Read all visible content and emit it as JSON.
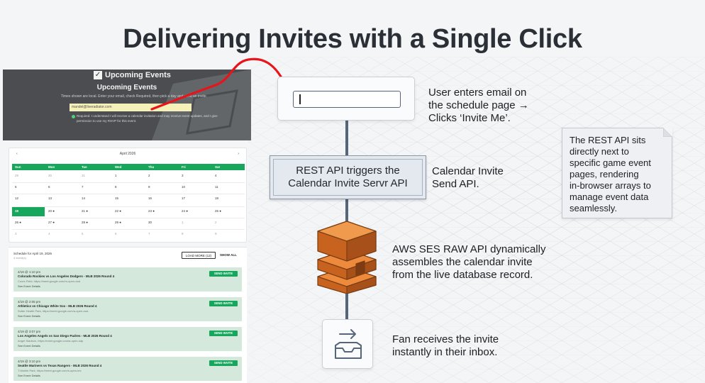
{
  "page": {
    "title": "Delivering Invites with a Single Click"
  },
  "screenshot_photo": {
    "header": "Upcoming Events",
    "title": "Upcoming Events",
    "subtitle": "Times shown are local. Enter your email, check Required, then pick a day and send an invite.",
    "email_value": "mandel@liveradiator.com",
    "note": "Required: I understand I will receive a calendar invitation and may receive event updates, and I give permission to use my RSVP for this event."
  },
  "calendar": {
    "month": "April 2026",
    "prev": "‹",
    "next": "›",
    "weekdays": [
      "Sun",
      "Mon",
      "Tue",
      "Wed",
      "Thu",
      "Fri",
      "Sat"
    ],
    "weeks": [
      [
        "29",
        "30",
        "31",
        "1",
        "2",
        "3",
        "4"
      ],
      [
        "5",
        "6",
        "7",
        "8",
        "9",
        "10",
        "11"
      ],
      [
        "12",
        "13",
        "14",
        "15",
        "16",
        "17",
        "18"
      ],
      [
        "19",
        "20 ●",
        "21 ●",
        "22 ●",
        "23 ●",
        "24 ●",
        "25 ●"
      ],
      [
        "26 ●",
        "27 ●",
        "28 ●",
        "29 ●",
        "30",
        "1",
        "2"
      ],
      [
        "3",
        "4",
        "5",
        "6",
        "7",
        "8",
        "9"
      ]
    ]
  },
  "schedule": {
    "title": "Schedule for April 19, 2026",
    "subtitle": "4 event(s)",
    "load_more": "LOAD MORE (12)",
    "show_all": "SHOW ALL",
    "events": [
      {
        "time": "4/19 @ 1:10 pm",
        "title": "Colorado Rockies vs Los Angeles Dodgers - MLB 2026 Round 4",
        "location": "Coors Field, https://meet.google.com/m-open-dod",
        "link": "See Event Details",
        "button": "SEND INVITE"
      },
      {
        "time": "4/19 @ 2:05 pm",
        "title": "Athletics vs Chicago White Sox - MLB 2026 Round 4",
        "location": "Sutter Health Park, https://meet.google.com/a-open-cws",
        "link": "See Event Details",
        "button": "SEND INVITE"
      },
      {
        "time": "4/19 @ 3:07 pm",
        "title": "Los Angeles Angels vs San Diego Padres - MLB 2026 Round 4",
        "location": "Angel Stadium, https://meet.google.com/a-open-sdp",
        "link": "See Event Details",
        "button": "SEND INVITE"
      },
      {
        "time": "4/19 @ 3:10 pm",
        "title": "Seattle Mariners vs Texas Rangers - MLB 2026 Round 4",
        "location": "T-Mobile Park, https://meet.google.com/s-open-tex",
        "link": "See Event Details",
        "button": "SEND INVITE"
      }
    ]
  },
  "flow": {
    "step1": "User enters email on\nthe schedule page →\nClicks ‘Invite Me’.",
    "step2_box": "REST API triggers the\nCalendar Invite Servr API",
    "step2": "Calendar Invite\nSend API.",
    "step3": "AWS SES RAW API dynamically\nassembles the calendar invite\nfrom the live database record.",
    "step4": "Fan receives the invite\ninstantly in their inbox.",
    "note": "The REST API sits\ndirectly next to\nspecific game event\npages, rendering\nin-browser arrays to\nmanage event data\nseamlessly."
  },
  "colors": {
    "accent_green": "#16a75c",
    "arrow_red": "#e8141b",
    "aws_orange": "#e07a2f",
    "spine": "#55657a"
  },
  "icons": {
    "input_box": "text-input-icon",
    "ses": "aws-ses-stack-icon",
    "inbox": "inbox-tray-icon",
    "arrow": "red-curved-arrow"
  }
}
